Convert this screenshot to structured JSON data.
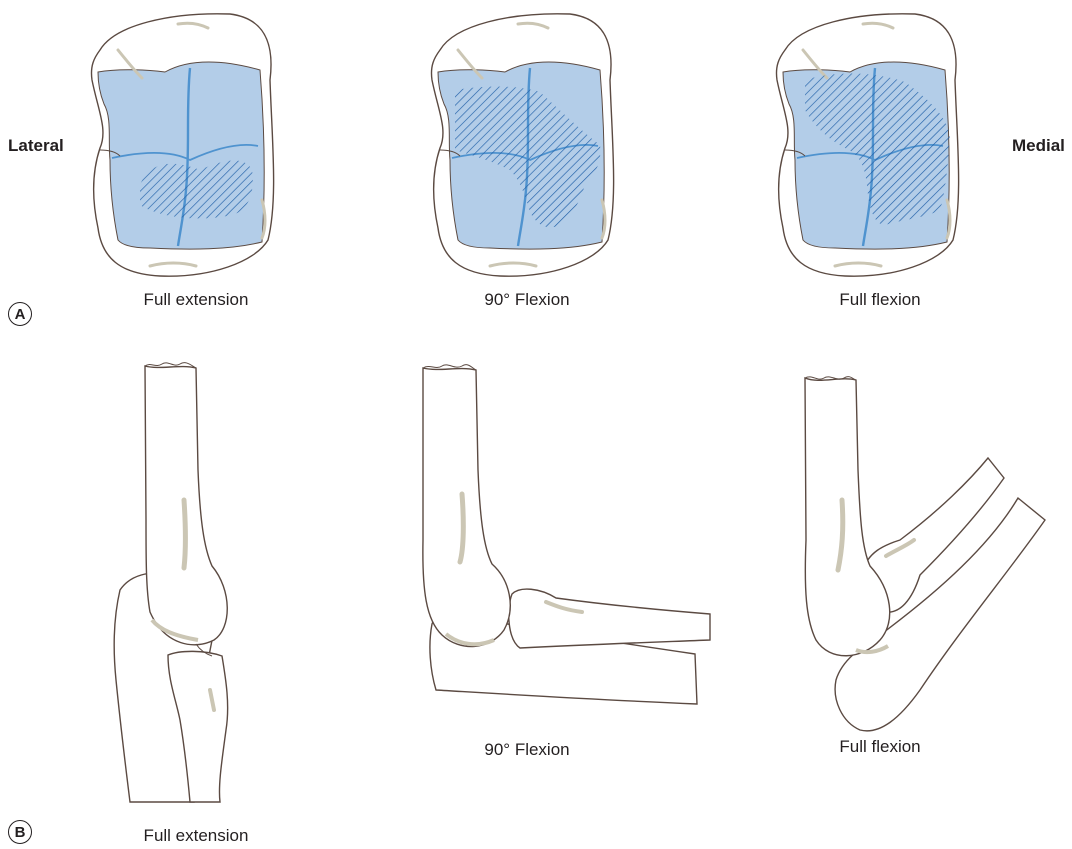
{
  "part_a": {
    "badge": "A",
    "side_left": "Lateral",
    "side_right": "Medial",
    "captions": [
      "Full extension",
      "90° Flexion",
      "Full flexion"
    ]
  },
  "part_b": {
    "badge": "B",
    "captions": [
      "Full extension",
      "90° Flexion",
      "Full flexion"
    ]
  },
  "colors": {
    "outline": "#5b4a42",
    "bone_fill": "#ffffff",
    "cartilage": "#b3cde8",
    "cartilage_line": "#4f93cf",
    "contact_hatch": "#1f5fa8",
    "shadow": "#cbc6b4",
    "text": "#231f20"
  }
}
